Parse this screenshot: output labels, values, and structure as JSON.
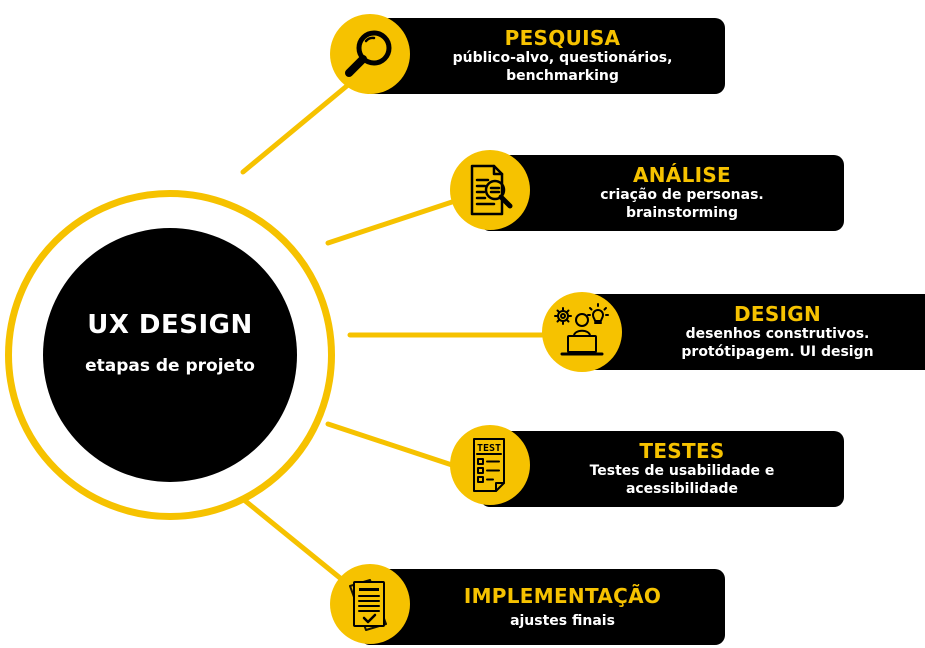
{
  "hub": {
    "title": "UX DESIGN",
    "subtitle": "etapas de projeto"
  },
  "stages": [
    {
      "title": "PESQUISA",
      "lines": [
        "público-alvo, questionários,",
        "benchmarking"
      ],
      "icon": "magnifier-icon"
    },
    {
      "title": "ANÁLISE",
      "lines": [
        "criação de personas.",
        "brainstorming"
      ],
      "icon": "document-search-icon"
    },
    {
      "title": "DESIGN",
      "lines": [
        "desenhos construtivos.",
        "protótipagem. UI design"
      ],
      "icon": "designer-laptop-icon"
    },
    {
      "title": "TESTES",
      "lines": [
        "Testes de usabilidade e",
        "acessibilidade"
      ],
      "icon": "test-checklist-icon"
    },
    {
      "title": "IMPLEMENTAÇÃO",
      "lines": [
        "ajustes finais"
      ],
      "icon": "approved-documents-icon"
    }
  ],
  "colors": {
    "accent": "#f6c200",
    "dark": "#000000",
    "text_light": "#ffffff"
  }
}
